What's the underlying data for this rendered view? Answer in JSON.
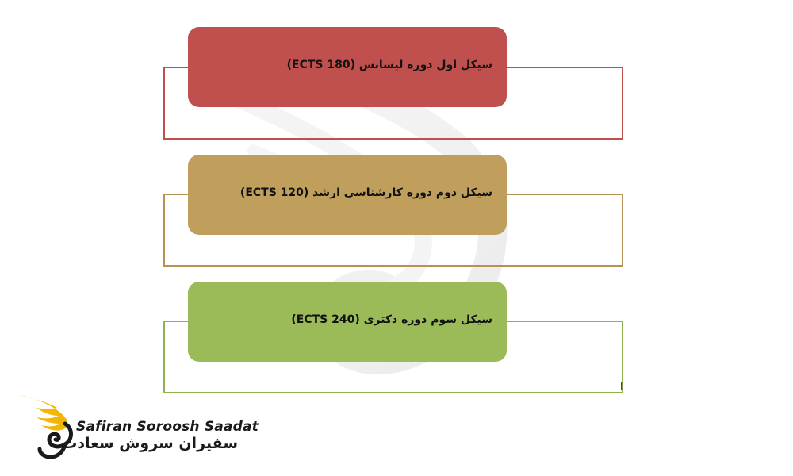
{
  "diagram": {
    "items": [
      {
        "label": "سیکل اول دوره لیسانس (180 ECTS)",
        "color": "#c0504d"
      },
      {
        "label": "سیکل دوم دوره کارشناسی ارشد (120 ECTS)",
        "color": "#bf9f5b"
      },
      {
        "label": "سیکل سوم دوره دکتری (240 ECTS)",
        "color": "#9bbb59"
      }
    ],
    "stray_mark": "ا"
  },
  "logo": {
    "name_en": "Safiran Soroosh Saadat",
    "name_fa": "سفیران سروش سعادت",
    "accent": "#f2b705"
  }
}
